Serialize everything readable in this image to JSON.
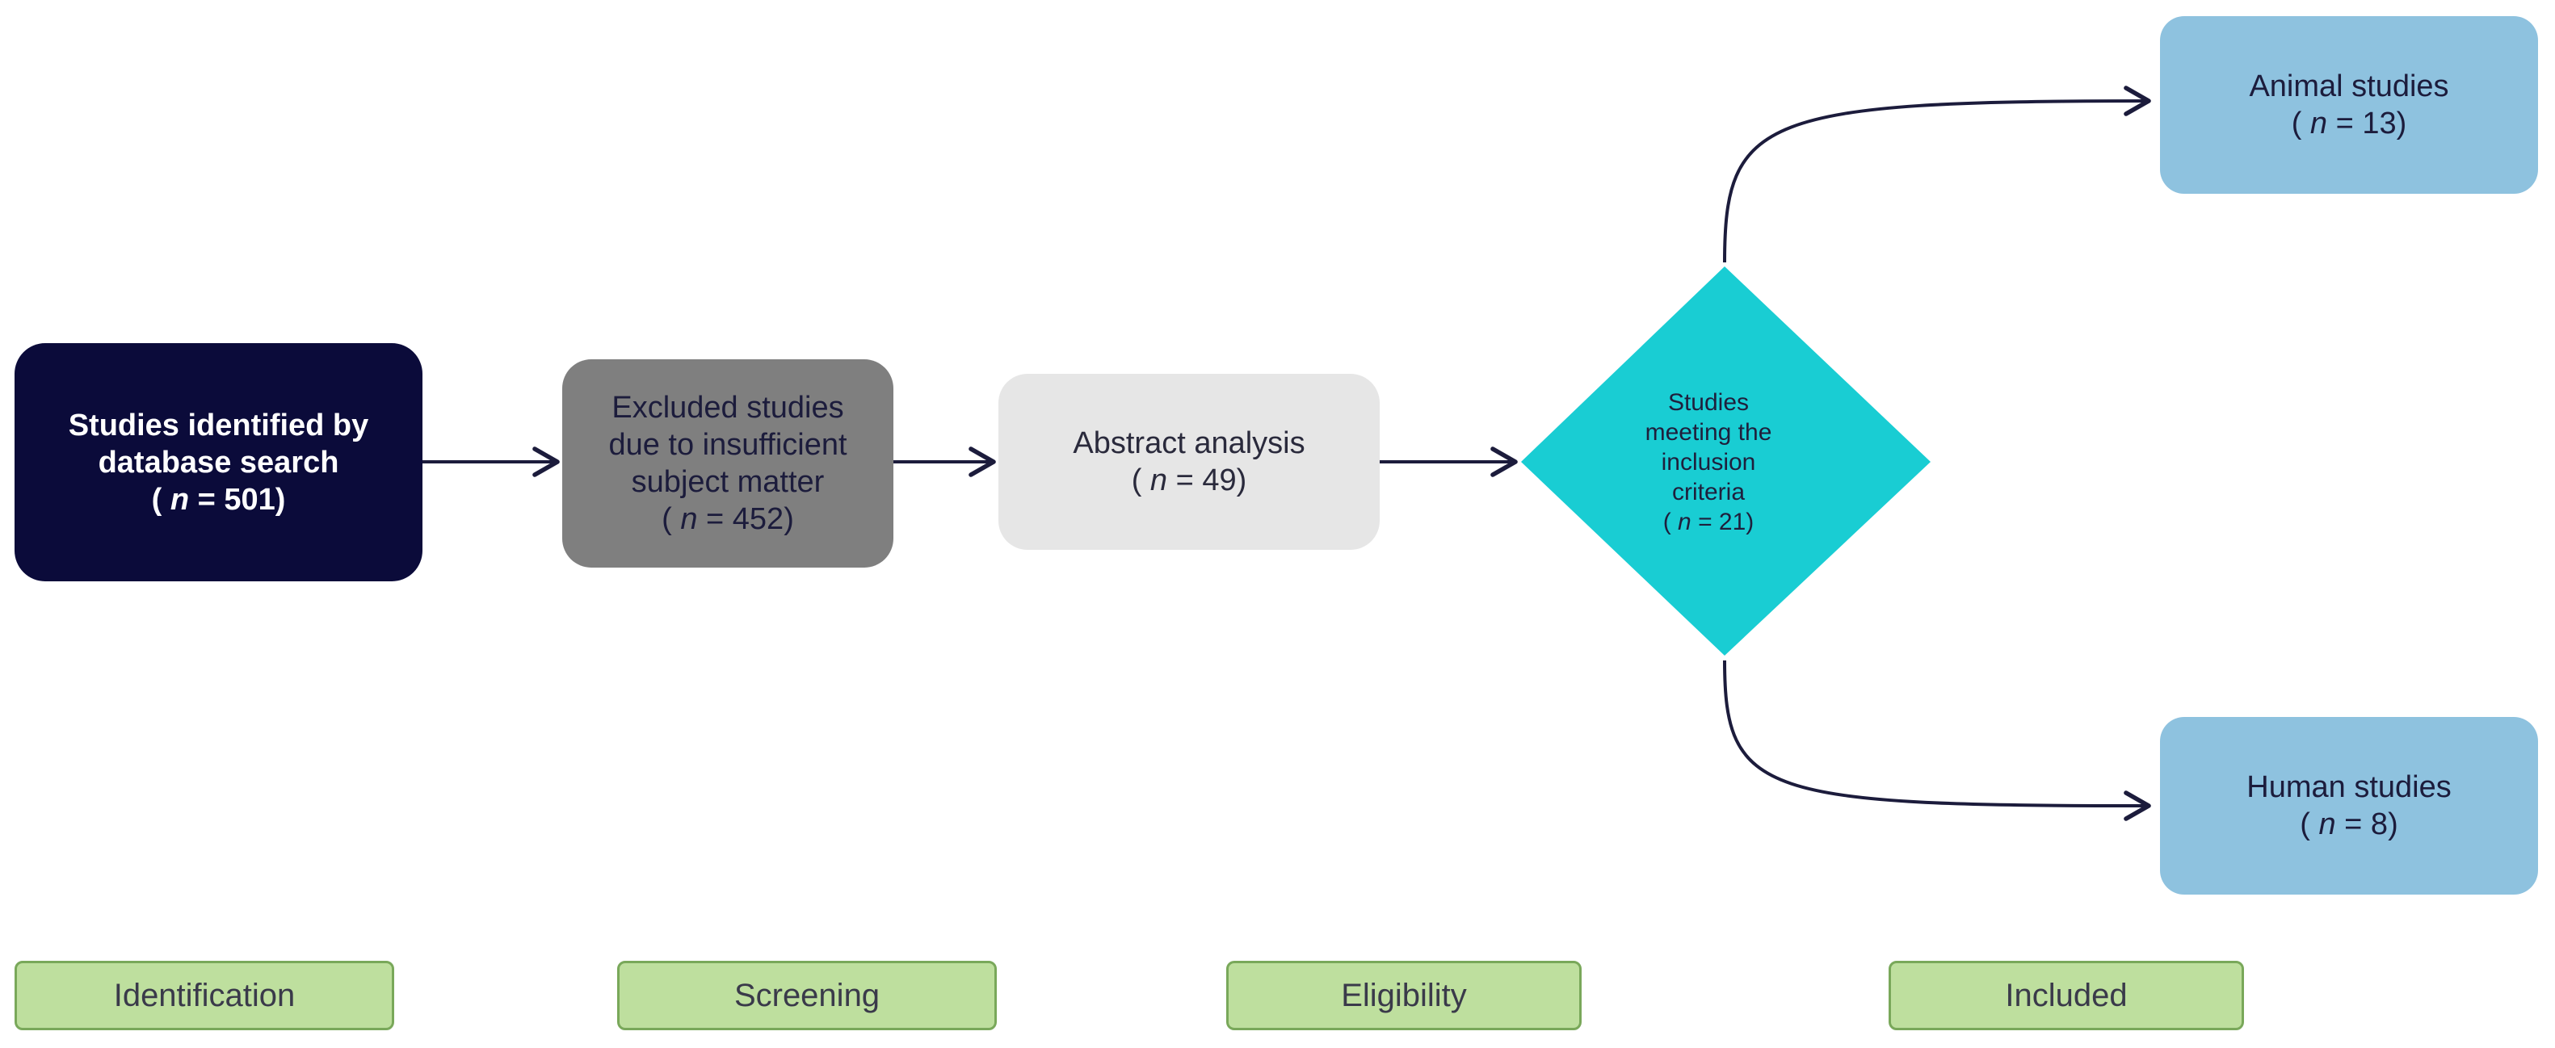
{
  "colors": {
    "identified_fill": "#0b0b3a",
    "excluded_fill": "#7f7f7f",
    "abstract_fill": "#e6e6e6",
    "diamond_fill": "#19cdd3",
    "included_fill": "#8ec2df",
    "stage_fill": "#bedf9e",
    "arrow": "#1c1c3c"
  },
  "nodes": {
    "identified": {
      "line1": "Studies identified by",
      "line2": "database search",
      "n_label": "n",
      "n_value": " = 501)"
    },
    "excluded": {
      "line1": "Excluded studies",
      "line2": "due to insufficient",
      "line3": "subject matter",
      "n_label": "n",
      "n_value": " = 452)"
    },
    "abstract": {
      "line1": "Abstract analysis",
      "n_label": "n",
      "n_value": " = 49)"
    },
    "included": {
      "line1": "Studies",
      "line2": "meeting the",
      "line3": "inclusion",
      "line4": "criteria",
      "n_label": "n",
      "n_value": " = 21)"
    },
    "animal": {
      "line1": "Animal studies",
      "n_label": "n",
      "n_value": " = 13)"
    },
    "human": {
      "line1": "Human studies",
      "n_label": "n",
      "n_value": " = 8)"
    }
  },
  "stages": {
    "identification": "Identification",
    "screening": "Screening",
    "eligibility": "Eligibility",
    "included": "Included"
  },
  "n_open": "(",
  "n_open_gap": " "
}
